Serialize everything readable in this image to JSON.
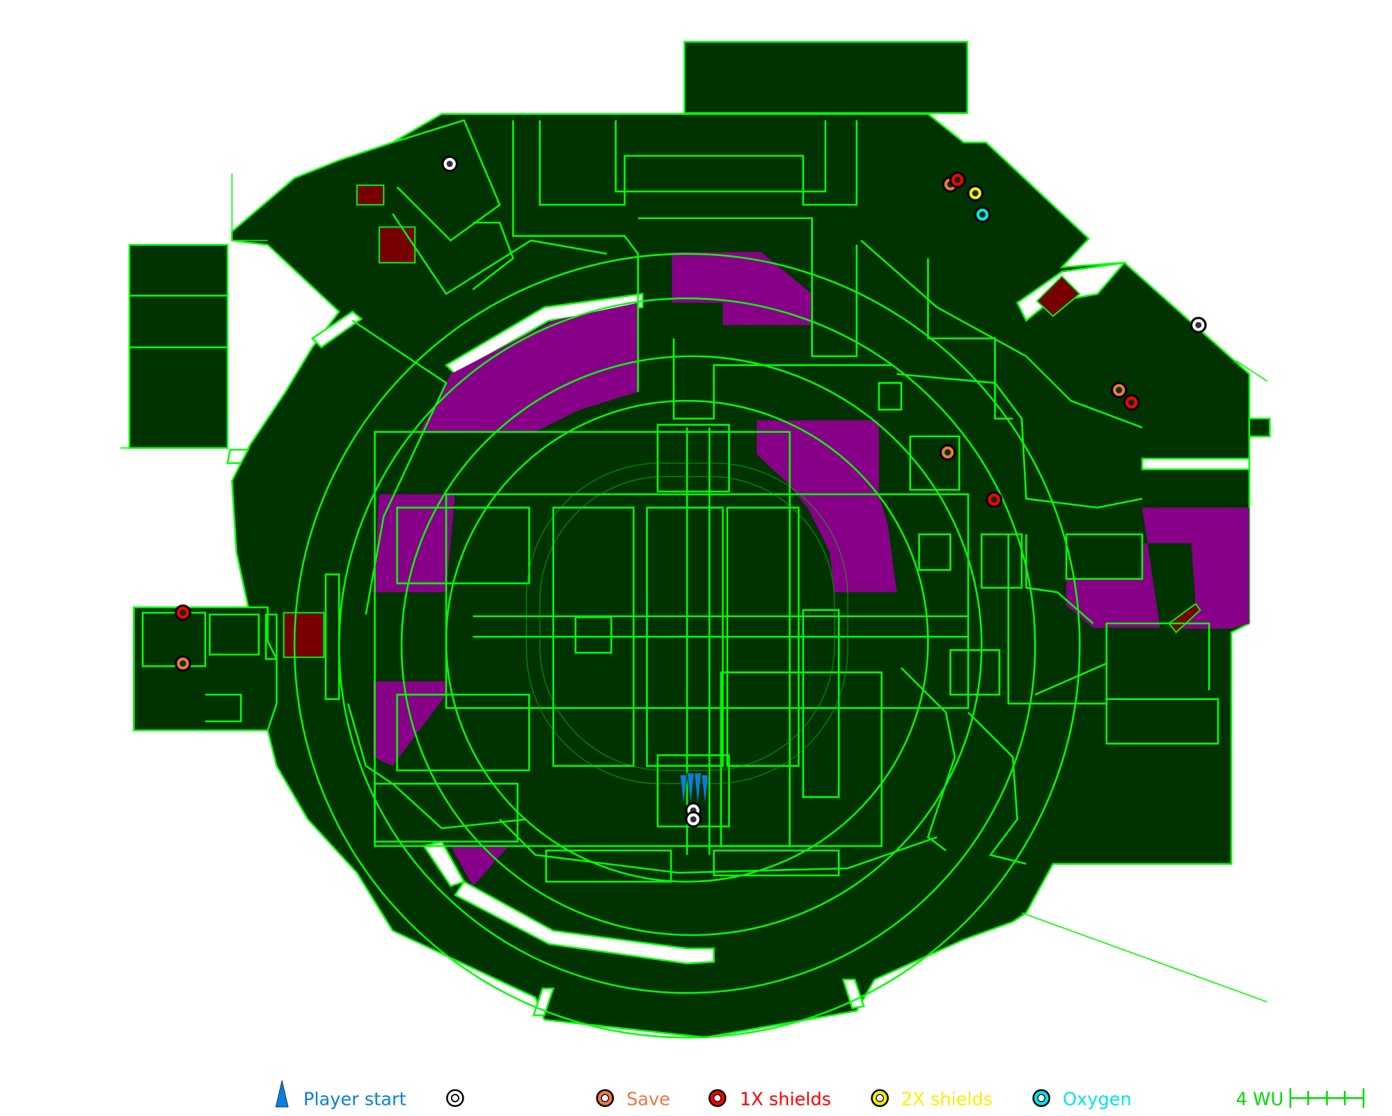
{
  "legend": {
    "player_start": "Player start",
    "save": "Save",
    "shields_1x": "1X shields",
    "shields_2x": "2X shields",
    "oxygen": "Oxygen",
    "scale": "4 WU"
  },
  "colors": {
    "floor": "#003300",
    "wall": "#00ff00",
    "liquid": "#880088",
    "platform": "#770000",
    "player_start": "#0a7ee0",
    "save": "#ee7744",
    "shields_1x": "#ff0000",
    "shields_2x": "#ffee00",
    "oxygen": "#00e6ee",
    "generic": "#ffffff"
  },
  "icons": {
    "player_start": "triangle-icon",
    "generic": "ring-icon",
    "save": "ring-icon",
    "shields_1x": "ring-icon",
    "shields_2x": "ring-icon",
    "oxygen": "ring-icon",
    "scale": "scale-bar-icon"
  }
}
